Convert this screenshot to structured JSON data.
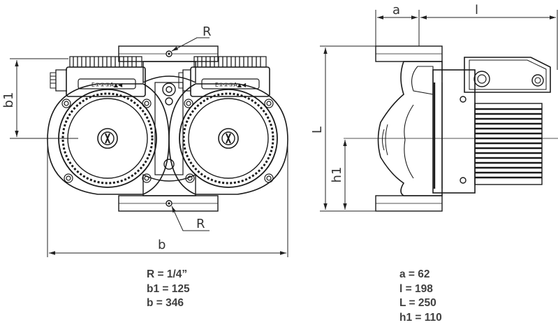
{
  "labels": {
    "R_top": "R",
    "R_bottom": "R",
    "b1": "b1",
    "b": "b",
    "a": "a",
    "l": "l",
    "L": "L",
    "h1": "h1"
  },
  "button_text": "E①②③A▲◀",
  "specs_left": [
    "R = 1/4”",
    "b1 = 125",
    "b = 346"
  ],
  "specs_right": [
    "a = 62",
    "l = 198",
    "L = 250",
    "h1 = 110"
  ],
  "colors": {
    "line": "#1a1a1a",
    "dim": "#333333",
    "spec_text": "#404040"
  }
}
